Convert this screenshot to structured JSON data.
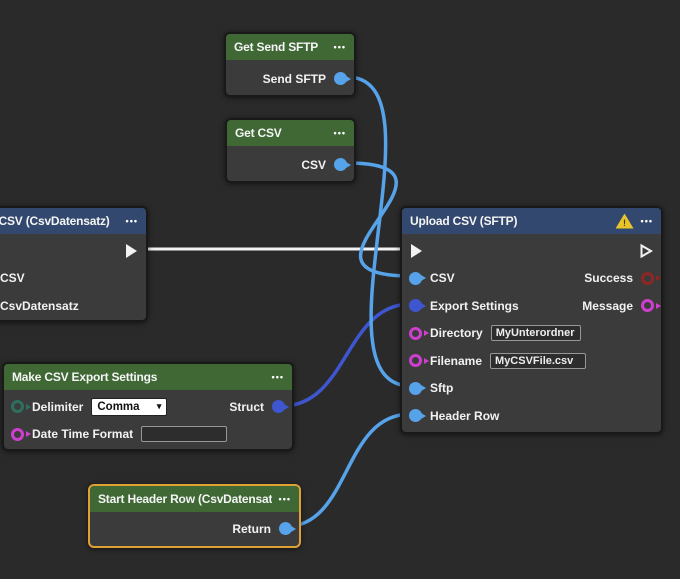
{
  "canvas": {
    "background": "#2a2a2a"
  },
  "colors": {
    "node_body": "#3b3b3b",
    "node_border": "#191919",
    "header_green": "#3f6835",
    "header_blue": "#33486e",
    "selection_orange": "#dfa135",
    "wire_white": "#f2f2f2",
    "wire_light_blue": "#57a3ea",
    "wire_dark_blue": "#3e56cf",
    "pin_magenta": "#cf3fcf",
    "pin_teal": "#2f6f5f",
    "pin_dark_red": "#8c2723",
    "warning_yellow": "#e8c62b"
  },
  "icons": {
    "menu_dots": "•••",
    "warning_exclamation": "!",
    "chevron_down": "▾"
  },
  "nodes": {
    "get_send_sftp": {
      "title": "Get Send SFTP",
      "outputs": {
        "send_sftp": "Send SFTP"
      }
    },
    "get_csv": {
      "title": "Get CSV",
      "outputs": {
        "csv": "CSV"
      }
    },
    "to_csv": {
      "title": "To CSV (CsvDatensatz)",
      "pins": {
        "csv": "CSV",
        "csv_datensatz": "CsvDatensatz"
      }
    },
    "upload_csv": {
      "title": "Upload CSV (SFTP)",
      "inputs": {
        "csv": "CSV",
        "export_settings": "Export Settings",
        "directory": "Directory",
        "filename": "Filename",
        "sftp": "Sftp",
        "header_row": "Header Row"
      },
      "outputs": {
        "success": "Success",
        "message": "Message"
      },
      "fields": {
        "directory_value": "MyUnterordner",
        "filename_value": "MyCSVFile.csv"
      }
    },
    "make_csv_export_settings": {
      "title": "Make CSV Export Settings",
      "inputs": {
        "delimiter": "Delimiter",
        "date_time_format": "Date Time Format"
      },
      "outputs": {
        "struct": "Struct"
      },
      "delimiter_value": "Comma",
      "date_time_format_value": ""
    },
    "start_header_row": {
      "title": "Start Header Row (CsvDatensatz)",
      "outputs": {
        "return": "Return"
      }
    }
  }
}
